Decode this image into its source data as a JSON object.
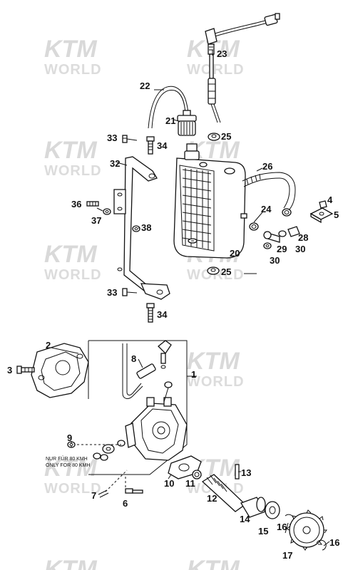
{
  "watermark": {
    "brand": "KTM",
    "sub": "WORLD"
  },
  "callouts": {
    "c1": "1",
    "c2": "2",
    "c3": "3",
    "c4": "4",
    "c5": "5",
    "c6": "6",
    "c7": "7",
    "c8": "8",
    "c9": "9",
    "c10": "10",
    "c11": "11",
    "c12": "12",
    "c13": "13",
    "c14": "14",
    "c15": "15",
    "c16a": "16",
    "c16b": "16",
    "c17": "17",
    "c20": "20",
    "c21": "21",
    "c22": "22",
    "c23": "23",
    "c24": "24",
    "c25a": "25",
    "c25b": "25",
    "c26": "26",
    "c28": "28",
    "c29": "29",
    "c30a": "30",
    "c30b": "30",
    "c32": "32",
    "c33a": "33",
    "c33b": "33",
    "c34a": "34",
    "c34b": "34",
    "c36": "36",
    "c37": "37",
    "c38": "38"
  },
  "note": {
    "line1": "NUR FÜR 80 KMH",
    "line2": "ONLY FOR 80 KMH"
  }
}
